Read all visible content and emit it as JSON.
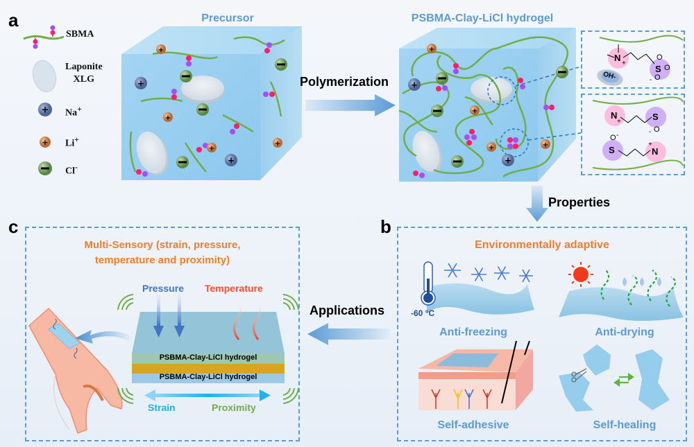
{
  "panels": {
    "a": {
      "letter": "a",
      "legend": [
        {
          "icon": "sbma-chain-icon",
          "label": "SBMA"
        },
        {
          "icon": "laponite-disc-icon",
          "label_line1": "Laponite",
          "label_line2": "XLG"
        },
        {
          "icon": "sodium-ion-icon",
          "label": "Na",
          "sup": "+"
        },
        {
          "icon": "lithium-ion-icon",
          "label": "Li",
          "sup": "+"
        },
        {
          "icon": "chloride-ion-icon",
          "label": "Cl",
          "sup": "-"
        }
      ],
      "precursor_title": "Precursor",
      "polymerization_label": "Polymerization",
      "hydrogel_title": "PSBMA-Clay-LiCl hydrogel",
      "inset_top": {
        "hydroxide": "OH-",
        "n_charge": "+",
        "o_charge": "-",
        "sulfonate": "S",
        "oxygen": "O",
        "nitrogen": "N"
      },
      "inset_bottom": {
        "nitrogen": "N",
        "sulfonate": "S",
        "oxygen": "O",
        "plus": "+",
        "minus": "-"
      }
    },
    "properties_label": "Properties",
    "b": {
      "letter": "b",
      "title": "Environmentally adaptive",
      "items": [
        {
          "label": "Anti-freezing",
          "temperature": "-60 °C"
        },
        {
          "label": "Anti-drying"
        },
        {
          "label": "Self-adhesive"
        },
        {
          "label": "Self-healing"
        }
      ]
    },
    "applications_label": "Applications",
    "c": {
      "letter": "c",
      "title_line1": "Multi-Sensory (strain, pressure,",
      "title_line2": "temperature and proximity)",
      "pressure_label": "Pressure",
      "temperature_label": "Temperature",
      "layer_top_label": "PSBMA-Clay-LiCl hydrogel",
      "layer_bottom_label": "PSBMA-Clay-LiCl hydrogel",
      "strain_label": "Strain",
      "proximity_label": "Proximity"
    }
  },
  "colors": {
    "accent_blue": "#5b9bd5",
    "orange": "#ed7d31",
    "chain_green": "#70ad47",
    "cation_pink": "#ff1f6b",
    "anion_purple": "#a64dff",
    "pressure_blue": "#4472c4",
    "temperature_red": "#ff4b2b",
    "strain_cyan": "#1fb1ef",
    "proximity_green": "#70ad47",
    "gold_layer": "#d9a520"
  }
}
